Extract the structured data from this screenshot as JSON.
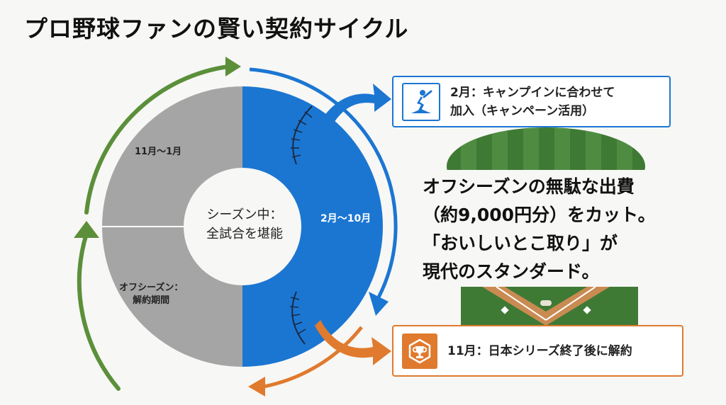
{
  "title": "プロ野球ファンの賢い契約サイクル",
  "cycle": {
    "center_line1": "シーズン中：",
    "center_line2": "全試合を堪能",
    "segment_top_left": "11月〜1月",
    "segment_bottom_left_line1": "オフシーズン：",
    "segment_bottom_left_line2": "解約期間",
    "segment_right": "2月〜10月"
  },
  "cards": {
    "join_line1": "2月：キャンプインに合わせて",
    "join_line2": "加入（キャンペーン活用）",
    "cancel": "11月：日本シリーズ終了後に解約"
  },
  "message": {
    "line1": "オフシーズンの無駄な出費",
    "line2": "（約9,000円分）をカット。",
    "line3": "「おいしいとこ取り」が",
    "line4": "現代のスタンダード。"
  },
  "colors": {
    "season": "#1b76d2",
    "offseason": "#a5a5a5",
    "arrow_green": "#5b8f3a",
    "arrow_orange": "#e07a2e",
    "field_green": "#3f7a35"
  },
  "icons": {
    "join": "batter-icon",
    "cancel": "trophy-icon"
  }
}
